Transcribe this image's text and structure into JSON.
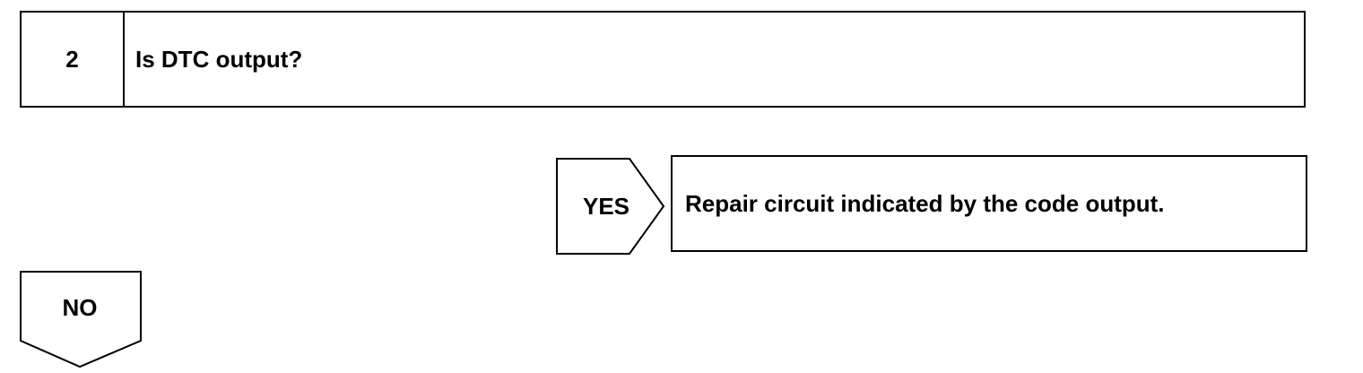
{
  "step": {
    "number": "2",
    "question": "Is DTC output?"
  },
  "yes_branch": {
    "label": "YES",
    "result": "Repair circuit indicated by the code output."
  },
  "no_branch": {
    "label": "NO"
  }
}
